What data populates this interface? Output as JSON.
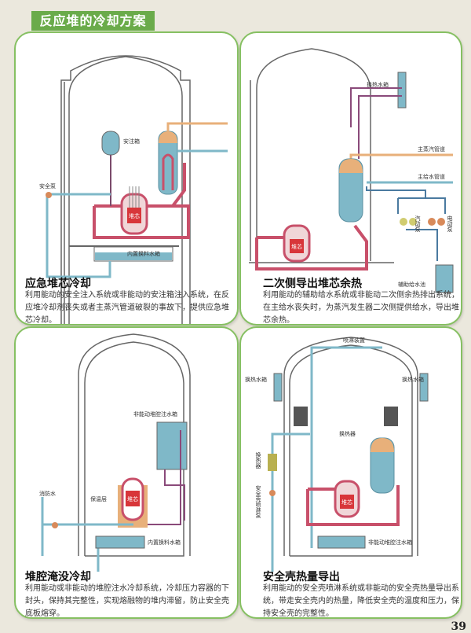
{
  "page": {
    "section_title": "反应堆的冷却方案",
    "page_number": "39"
  },
  "panels": [
    {
      "title": "应急堆芯冷却",
      "description": "利用能动的安全注入系统或非能动的安注箱注入系统，在反应堆冷却剂丧失或者主蒸汽管道破裂的事故下，提供应急堆芯冷却。",
      "labels": {
        "tank": "安注箱",
        "pump": "安全泵",
        "core": "堆芯",
        "refuel_tank": "内置换料水箱"
      }
    },
    {
      "title": "二次侧导出堆芯余热",
      "description": "利用能动的辅助给水系统或非能动二次侧余热排出系统，在主给水丧失时，为蒸汽发生器二次侧提供给水，导出堆芯余热。",
      "labels": {
        "hx_tank": "换热水箱",
        "steam_pipe": "主蒸汽管道",
        "feed_pipe": "主给水管道",
        "steam_pump": "汽动泵",
        "motor_pump": "电动泵",
        "core": "堆芯",
        "aux_pool": "辅助给水池"
      }
    },
    {
      "title": "堆腔淹没冷却",
      "description": "利用能动或非能动的堆腔注水冷却系统，冷却压力容器的下封头，保持其完整性，实现熔融物的堆内滞留，防止安全壳底板熔穿。",
      "labels": {
        "cavity_tank": "非能动堆腔注水箱",
        "fire_water": "消防水",
        "insulation": "保温层",
        "core": "堆芯",
        "refuel_tank": "内置换料水箱"
      }
    },
    {
      "title": "安全壳热量导出",
      "description": "利用能动的安全壳喷淋系统或非能动的安全壳热量导出系统，带走安全壳内的热量，降低安全壳的温度和压力，保持安全壳的完整性。",
      "labels": {
        "spray": "喷淋装置",
        "hx_tank_left": "换热水箱",
        "hx_tank_right": "换热水箱",
        "hx": "换热器",
        "hx_side": "换热器",
        "spray_pump": "安全壳喷淋泵",
        "core": "堆芯",
        "cavity_tank": "非能动堆腔注水箱"
      }
    }
  ]
}
